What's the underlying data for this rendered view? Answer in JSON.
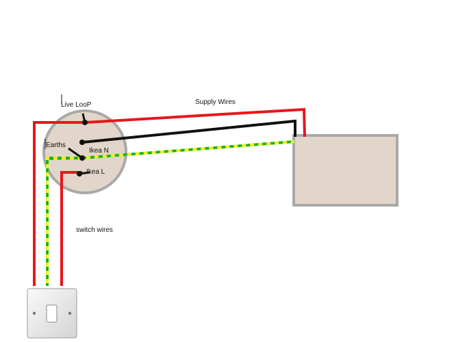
{
  "labels": {
    "live_loop": "Live LooP",
    "supply_wires": "Supply Wires",
    "earths": "Earths",
    "ikea_n": "Ikea N",
    "ikea_l": "Ikea L",
    "switch_wires": "switch wires"
  },
  "colors": {
    "live": "#e8161b",
    "neutral": "#111111",
    "earth_green": "#1fb21f",
    "earth_yellow": "#f2f21a",
    "rose_fill": "#e2d5c9",
    "rose_stroke": "#a9a9a9",
    "box_fill": "#e2d5c9",
    "box_stroke": "#a9a9a9"
  }
}
